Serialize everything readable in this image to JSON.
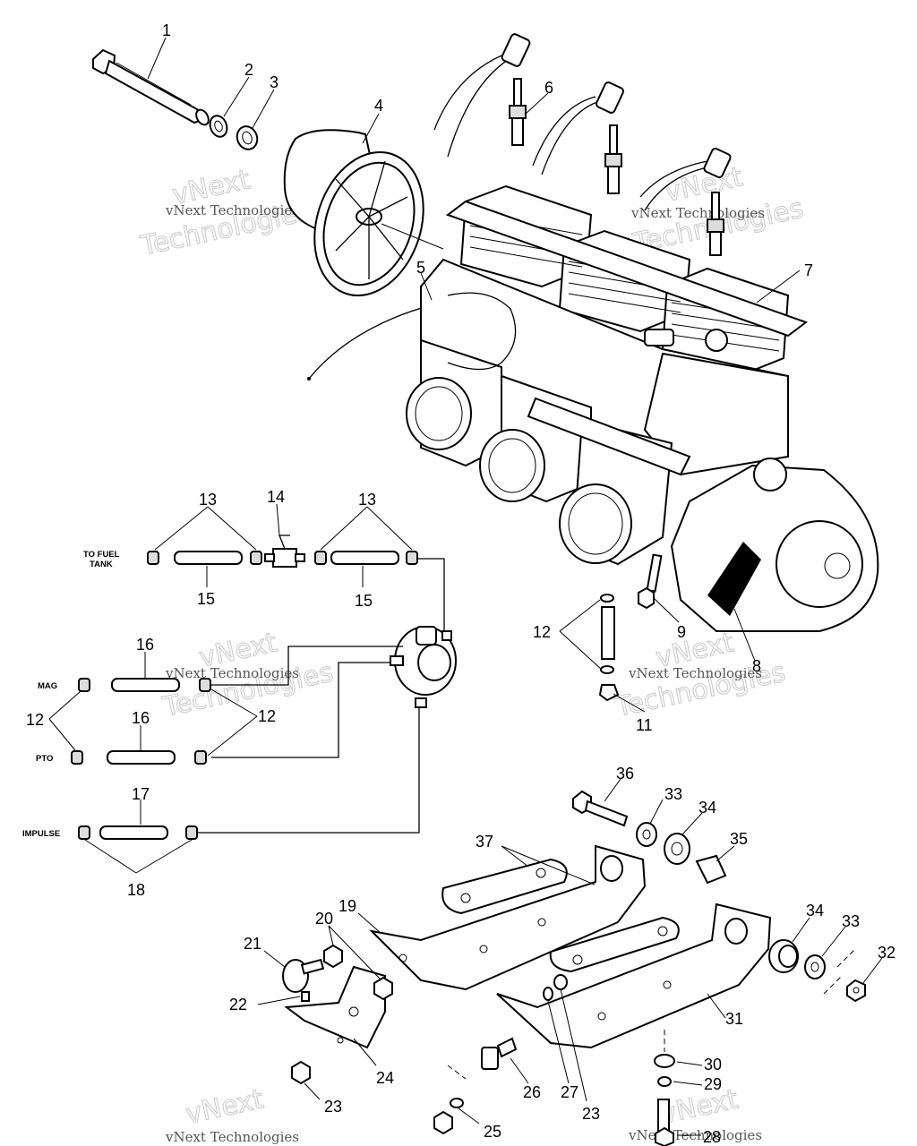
{
  "labels": {
    "n1": "1",
    "n2": "2",
    "n3": "3",
    "n4": "4",
    "n5": "5",
    "n6": "6",
    "n7": "7",
    "n8": "8",
    "n9": "9",
    "n11": "11",
    "n12a": "12",
    "n12b": "12",
    "n12c": "12",
    "n13a": "13",
    "n13b": "13",
    "n14": "14",
    "n15a": "15",
    "n15b": "15",
    "n16a": "16",
    "n16b": "16",
    "n17": "17",
    "n18": "18",
    "n19": "19",
    "n20": "20",
    "n21": "21",
    "n22": "22",
    "n23a": "23",
    "n23b": "23",
    "n24": "24",
    "n25": "25",
    "n26": "26",
    "n27": "27",
    "n28": "28",
    "n29": "29",
    "n30": "30",
    "n31": "31",
    "n32": "32",
    "n33a": "33",
    "n33b": "33",
    "n34a": "34",
    "n34b": "34",
    "n35": "35",
    "n36": "36",
    "n37": "37"
  },
  "side_labels": {
    "to_fuel_tank_1": "TO FUEL",
    "to_fuel_tank_2": "TANK",
    "mag": "MAG",
    "pto": "PTO",
    "impulse": "IMPULSE"
  },
  "watermark": {
    "text": "vNext Technologies",
    "big_a": "vNext",
    "big_b": "Technologies"
  }
}
